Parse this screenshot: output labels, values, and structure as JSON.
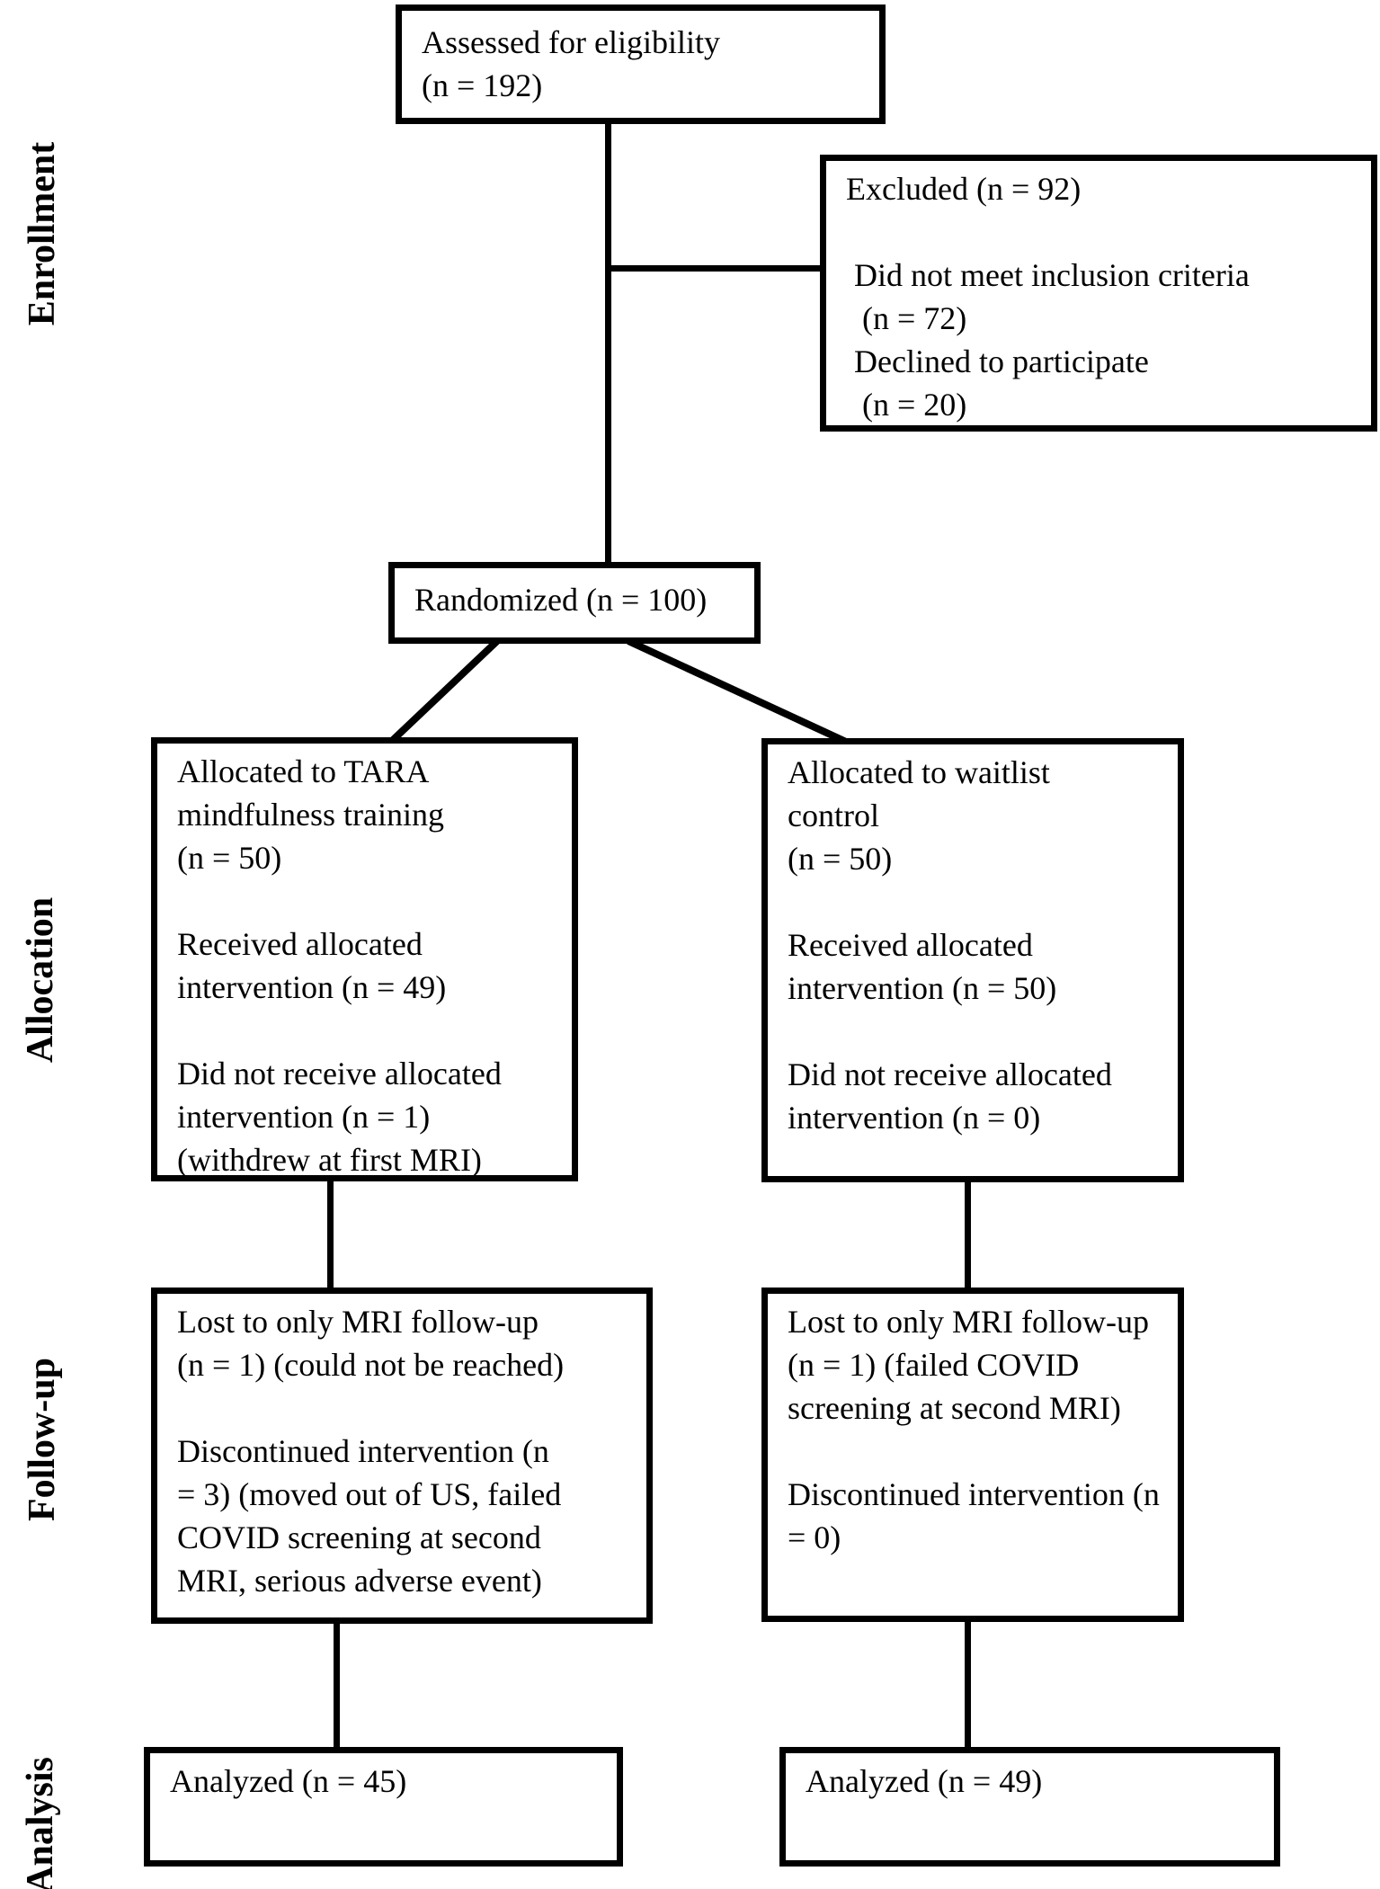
{
  "diagram": {
    "type": "CONSORT participant flow diagram",
    "colors": {
      "line": "#000000",
      "text": "#000000",
      "background": "#ffffff"
    },
    "stages": [
      {
        "label": "Enrollment"
      },
      {
        "label": "Allocation"
      },
      {
        "label": "Follow-up"
      },
      {
        "label": "Analysis"
      }
    ],
    "boxes": {
      "assessed": "Assessed for eligibility\n(n = 192)",
      "excluded": "Excluded (n = 92)\n\n Did not meet inclusion criteria\n  (n = 72)\n Declined to participate\n  (n = 20)",
      "randomized": "Randomized (n = 100)",
      "allocated_tara": "Allocated to TARA\nmindfulness training\n(n = 50)\n\nReceived allocated\nintervention (n = 49)\n\nDid not receive allocated\nintervention (n = 1)\n(withdrew at first MRI)",
      "allocated_waitlist": "Allocated to waitlist\ncontrol\n(n = 50)\n\nReceived allocated\nintervention (n = 50)\n\nDid not receive allocated\nintervention (n = 0)",
      "followup_tara": "Lost to only MRI follow-up\n(n = 1) (could not be reached)\n\nDiscontinued intervention (n\n= 3) (moved out of US, failed\nCOVID screening at second\nMRI, serious adverse event)",
      "followup_waitlist": "Lost to only MRI follow-up\n(n = 1) (failed COVID\nscreening at second MRI)\n\nDiscontinued intervention (n\n= 0)",
      "analyzed_tara": "Analyzed (n = 45)",
      "analyzed_waitlist": "Analyzed (n = 49)"
    }
  }
}
